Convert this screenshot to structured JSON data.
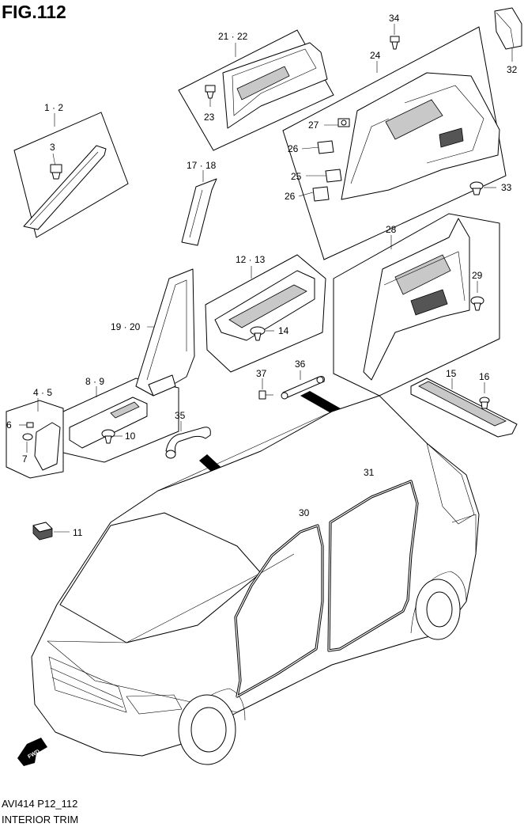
{
  "header": {
    "title": "FIG.112"
  },
  "footer": {
    "code": "AVI414 P12_112",
    "name": "INTERIOR TRIM"
  },
  "fwd_label": "FWD",
  "callouts": {
    "c1_2": "1 · 2",
    "c3": "3",
    "c4_5": "4 · 5",
    "c6": "6",
    "c7": "7",
    "c8_9": "8 · 9",
    "c10": "10",
    "c11": "11",
    "c12_13": "12 · 13",
    "c14": "14",
    "c15": "15",
    "c16": "16",
    "c17_18": "17 · 18",
    "c19_20": "19 · 20",
    "c21_22": "21 · 22",
    "c23": "23",
    "c24": "24",
    "c25": "25",
    "c26a": "26",
    "c26b": "26",
    "c27": "27",
    "c28": "28",
    "c29": "29",
    "c30": "30",
    "c31": "31",
    "c32": "32",
    "c33": "33",
    "c34": "34",
    "c35": "35",
    "c36": "36",
    "c37": "37"
  }
}
